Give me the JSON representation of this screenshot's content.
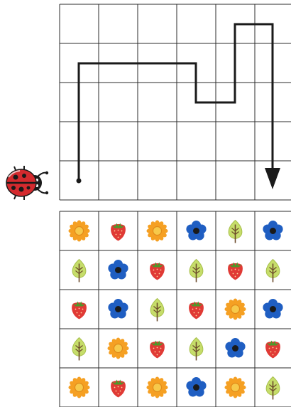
{
  "puzzle": {
    "start_cell": {
      "col": 1,
      "row": 5
    },
    "path_moves": [
      {
        "direction": "up",
        "steps": 3
      },
      {
        "direction": "right",
        "steps": 3
      },
      {
        "direction": "down",
        "steps": 1
      },
      {
        "direction": "right",
        "steps": 1
      },
      {
        "direction": "up",
        "steps": 2
      },
      {
        "direction": "right",
        "steps": 1
      },
      {
        "direction": "down",
        "steps": 4
      }
    ],
    "path_grid": {
      "cols": 6,
      "rows": 5
    },
    "item_grid": {
      "cols": 6,
      "rows": 5,
      "cells": [
        [
          "flower",
          "strawberry",
          "flower",
          "blue-flower",
          "leaf",
          "blue-flower"
        ],
        [
          "leaf",
          "blue-flower",
          "strawberry",
          "leaf",
          "strawberry",
          "leaf"
        ],
        [
          "strawberry",
          "blue-flower",
          "leaf",
          "strawberry",
          "flower",
          "blue-flower"
        ],
        [
          "leaf",
          "flower",
          "strawberry",
          "leaf",
          "blue-flower",
          "strawberry"
        ],
        [
          "flower",
          "strawberry",
          "flower",
          "blue-flower",
          "flower",
          "leaf"
        ]
      ]
    },
    "icons": {
      "character": "ladybug-icon",
      "flower": "orange-flower-icon",
      "strawberry": "strawberry-icon",
      "blue-flower": "blue-flower-icon",
      "leaf": "leaf-icon"
    },
    "colors": {
      "grid_line": "#2b2b2b",
      "path": "#1a1a1a",
      "ladybug": "#d42a2e",
      "orange_flower": "#f5a023",
      "strawberry": "#e03a35",
      "blue_flower": "#1f5ec2",
      "leaf": "#c6dd6a"
    }
  }
}
